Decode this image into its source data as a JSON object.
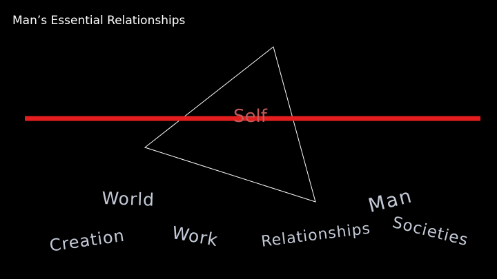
{
  "title": "Man’s Essential Relationships",
  "center_label": "Self",
  "labels": {
    "world": "World",
    "creation": "Creation",
    "work": "Work",
    "man": "Man",
    "relationships": "Relationships",
    "societies": "Societies"
  },
  "colors": {
    "background": "#000000",
    "title_text": "#ffffff",
    "triangle_stroke": "#ffffff",
    "horizon_line": "#e41e1e",
    "self_text": "#c25a5a",
    "label_text": "#c3c9d6"
  }
}
